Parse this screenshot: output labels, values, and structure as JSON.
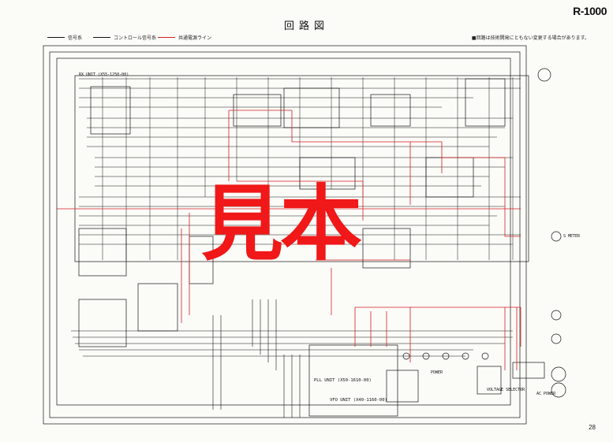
{
  "header": {
    "model": "R-1000",
    "title": "回路図"
  },
  "legend": [
    {
      "label": "信号系",
      "color": "#111111"
    },
    {
      "label": "コントロール信号系",
      "color": "#111111"
    },
    {
      "label": "共通電源ライン",
      "color": "#d62020"
    }
  ],
  "note": "■回路は技術開発にともない変更する場合があります。",
  "units": {
    "rx_unit": "RX UNIT (X55-1250-00)",
    "pll_unit": "PLL UNIT (X50-1610-00)",
    "vfo_unit": "VFO UNIT (X40-1160-00)"
  },
  "labels": {
    "s_meter": "S METER",
    "power": "POWER",
    "voltage_selector": "VOLTAGE SELECTOR",
    "ac_power": "AC POWER"
  },
  "watermark": "見本",
  "page_number": "28"
}
